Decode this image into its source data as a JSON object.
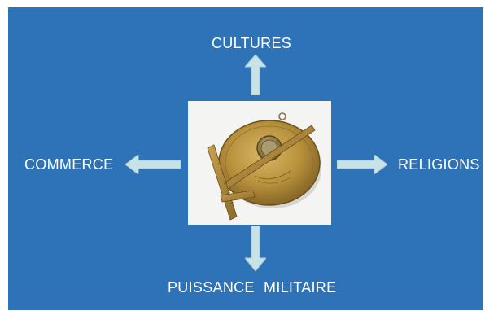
{
  "diagram": {
    "center_image": "brass-navigation-instrument",
    "background_color": "#2e73b8",
    "arrow_color": "#c8e2e6",
    "labels": {
      "up": "CULTURES",
      "left": "COMMERCE",
      "right": "RELIGIONS",
      "down": "PUISSANCE MILITAIRE"
    }
  }
}
